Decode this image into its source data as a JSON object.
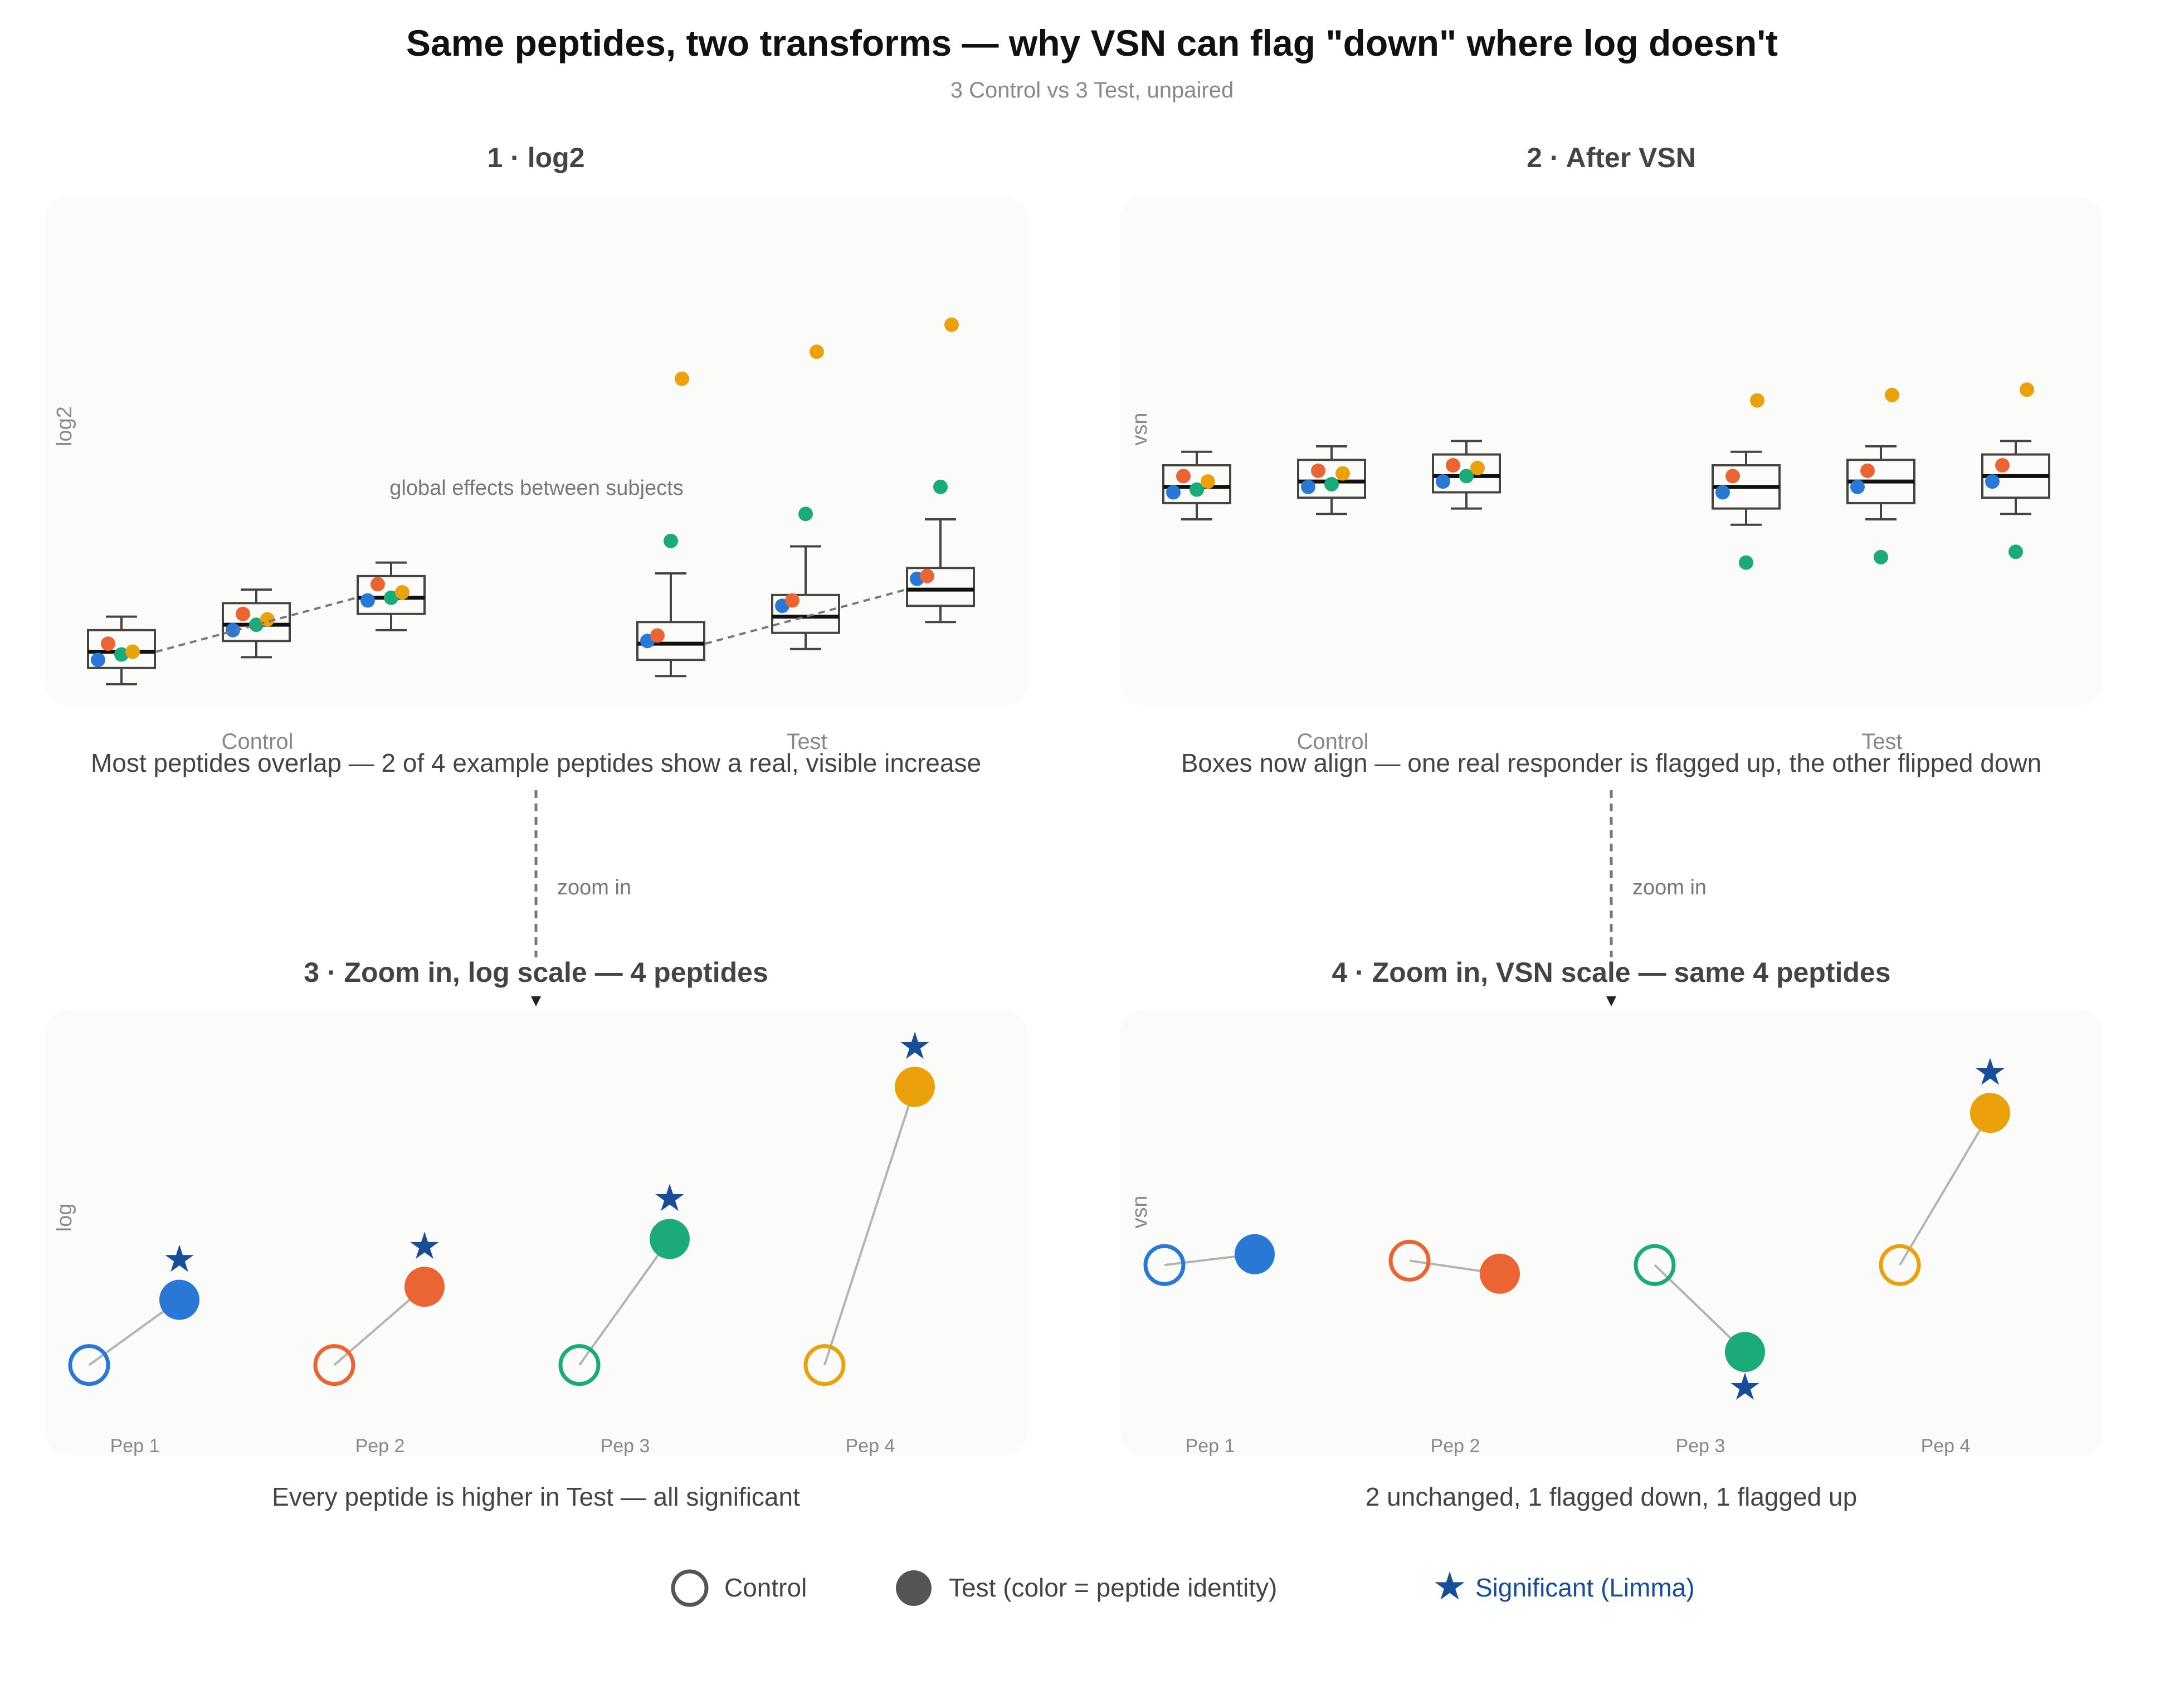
{
  "title": "Same peptides, two transforms — why VSN can flag \"down\" where log doesn't",
  "subtitle": "3 Control vs 3 Test, unpaired",
  "colors": {
    "pep1": "#2a78d6",
    "pep2": "#eb6534",
    "pep3": "#1aab78",
    "pep4": "#eba10b",
    "significant": "#174d99",
    "box": "#444444",
    "connector": "#b3b3b3",
    "panel_bg": "#fbfbf9"
  },
  "panels": {
    "p1": {
      "title": "1 · log2",
      "ylabel": "log2",
      "groups": [
        "Control",
        "Test"
      ],
      "annotation": "global effects between subjects",
      "caption": "Most peptides overlap — 2 of 4 example peptides show a real, visible increase"
    },
    "p2": {
      "title": "2 · After VSN",
      "ylabel": "vsn",
      "groups": [
        "Control",
        "Test"
      ],
      "caption": "Boxes now align — one real responder is flagged up, the other flipped down"
    },
    "p3": {
      "title": "3 · Zoom in, log scale — 4 peptides",
      "ylabel": "log",
      "caption": "Every peptide is higher in Test — all significant"
    },
    "p4": {
      "title": "4 · Zoom in, VSN scale — same 4 peptides",
      "ylabel": "vsn",
      "caption": "2 unchanged, 1 flagged down, 1 flagged up"
    }
  },
  "zoom_label": "zoom in",
  "legend": {
    "control": "Control",
    "test": "Test (color = peptide identity)",
    "significant": "Significant (Limma)"
  },
  "chart_data": [
    {
      "panel": "p1",
      "type": "box",
      "ylabel": "log2",
      "groups": [
        "Control",
        "Test"
      ],
      "ylim": [
        0,
        10
      ],
      "samples": [
        {
          "group": "Control",
          "q1": 1.25,
          "median": 1.55,
          "q3": 1.95,
          "whisker_low": 0.95,
          "whisker_high": 2.2,
          "points": {
            "Pep 1": 1.4,
            "Pep 2": 1.7,
            "Pep 3": 1.5,
            "Pep 4": 1.55
          }
        },
        {
          "group": "Control",
          "q1": 1.75,
          "median": 2.05,
          "q3": 2.45,
          "whisker_low": 1.45,
          "whisker_high": 2.7,
          "points": {
            "Pep 1": 1.95,
            "Pep 2": 2.25,
            "Pep 3": 2.05,
            "Pep 4": 2.15
          }
        },
        {
          "group": "Control",
          "q1": 2.25,
          "median": 2.55,
          "q3": 2.95,
          "whisker_low": 1.95,
          "whisker_high": 3.2,
          "points": {
            "Pep 1": 2.5,
            "Pep 2": 2.8,
            "Pep 3": 2.55,
            "Pep 4": 2.65
          }
        },
        {
          "group": "Test",
          "q1": 1.4,
          "median": 1.7,
          "q3": 2.1,
          "whisker_low": 1.1,
          "whisker_high": 3.0,
          "points": {
            "Pep 1": 1.75,
            "Pep 2": 1.85,
            "Pep 3": 3.6,
            "Pep 4": 6.6
          }
        },
        {
          "group": "Test",
          "q1": 1.9,
          "median": 2.2,
          "q3": 2.6,
          "whisker_low": 1.6,
          "whisker_high": 3.5,
          "points": {
            "Pep 1": 2.4,
            "Pep 2": 2.5,
            "Pep 3": 4.1,
            "Pep 4": 7.1
          }
        },
        {
          "group": "Test",
          "q1": 2.4,
          "median": 2.7,
          "q3": 3.1,
          "whisker_low": 2.1,
          "whisker_high": 4.0,
          "points": {
            "Pep 1": 2.9,
            "Pep 2": 2.95,
            "Pep 3": 4.6,
            "Pep 4": 7.6
          }
        }
      ]
    },
    {
      "panel": "p2",
      "type": "box",
      "ylabel": "vsn",
      "groups": [
        "Control",
        "Test"
      ],
      "ylim": [
        0,
        10
      ],
      "samples": [
        {
          "group": "Control",
          "q1": 4.3,
          "median": 4.6,
          "q3": 5.0,
          "whisker_low": 4.0,
          "whisker_high": 5.25,
          "points": {
            "Pep 1": 4.5,
            "Pep 2": 4.8,
            "Pep 3": 4.55,
            "Pep 4": 4.7
          }
        },
        {
          "group": "Control",
          "q1": 4.4,
          "median": 4.7,
          "q3": 5.1,
          "whisker_low": 4.1,
          "whisker_high": 5.35,
          "points": {
            "Pep 1": 4.6,
            "Pep 2": 4.9,
            "Pep 3": 4.65,
            "Pep 4": 4.85
          }
        },
        {
          "group": "Control",
          "q1": 4.5,
          "median": 4.8,
          "q3": 5.2,
          "whisker_low": 4.2,
          "whisker_high": 5.45,
          "points": {
            "Pep 1": 4.7,
            "Pep 2": 5.0,
            "Pep 3": 4.8,
            "Pep 4": 4.95
          }
        },
        {
          "group": "Test",
          "q1": 4.2,
          "median": 4.6,
          "q3": 5.0,
          "whisker_low": 3.9,
          "whisker_high": 5.25,
          "points": {
            "Pep 1": 4.5,
            "Pep 2": 4.8,
            "Pep 3": 3.2,
            "Pep 4": 6.2
          }
        },
        {
          "group": "Test",
          "q1": 4.3,
          "median": 4.7,
          "q3": 5.1,
          "whisker_low": 4.0,
          "whisker_high": 5.35,
          "points": {
            "Pep 1": 4.6,
            "Pep 2": 4.9,
            "Pep 3": 3.3,
            "Pep 4": 6.3
          }
        },
        {
          "group": "Test",
          "q1": 4.4,
          "median": 4.8,
          "q3": 5.2,
          "whisker_low": 4.1,
          "whisker_high": 5.45,
          "points": {
            "Pep 1": 4.7,
            "Pep 2": 5.0,
            "Pep 3": 3.4,
            "Pep 4": 6.4
          }
        }
      ]
    },
    {
      "panel": "p3",
      "type": "scatter",
      "ylabel": "log",
      "ylim": [
        0,
        10
      ],
      "peptides": [
        {
          "name": "Pep 1",
          "control": 1.8,
          "test": 3.3,
          "significant": true
        },
        {
          "name": "Pep 2",
          "control": 1.8,
          "test": 3.6,
          "significant": true
        },
        {
          "name": "Pep 3",
          "control": 1.8,
          "test": 4.7,
          "significant": true
        },
        {
          "name": "Pep 4",
          "control": 1.8,
          "test": 8.2,
          "significant": true
        }
      ]
    },
    {
      "panel": "p4",
      "type": "scatter",
      "ylabel": "vsn",
      "ylim": [
        0,
        10
      ],
      "peptides": [
        {
          "name": "Pep 1",
          "control": 4.1,
          "test": 4.35,
          "significant": false
        },
        {
          "name": "Pep 2",
          "control": 4.2,
          "test": 3.9,
          "significant": false
        },
        {
          "name": "Pep 3",
          "control": 4.1,
          "test": 2.1,
          "significant": true
        },
        {
          "name": "Pep 4",
          "control": 4.1,
          "test": 7.6,
          "significant": true
        }
      ]
    }
  ]
}
